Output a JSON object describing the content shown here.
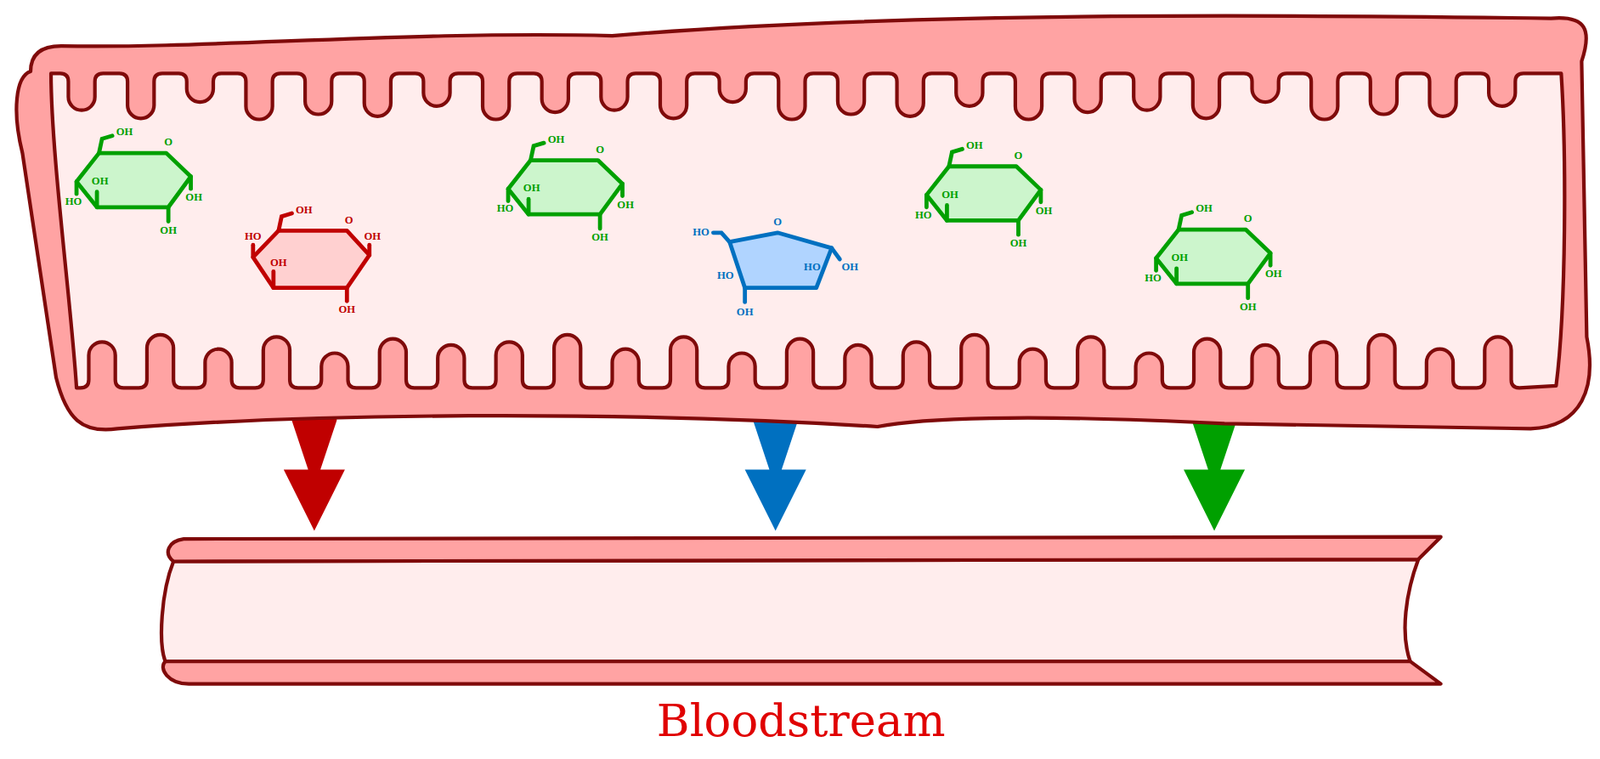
{
  "diagram": {
    "nodes": [
      {
        "text": [
          "OH",
          "O",
          "OH",
          "HO",
          "OH",
          "OH"
        ]
      },
      {
        "text": [
          "OH",
          "O",
          "HO",
          "OH",
          "OH",
          "OH"
        ]
      },
      {
        "text": [
          "OH",
          "O",
          "OH",
          "HO",
          "OH",
          "OH"
        ]
      },
      {
        "text": [
          "HO",
          "O",
          "HO",
          "OH",
          "HO",
          "OH"
        ]
      },
      {
        "text": [
          "OH",
          "O",
          "OH",
          "HO",
          "OH",
          "OH"
        ]
      },
      {
        "text": [
          "OH",
          "O",
          "OH",
          "HO",
          "OH",
          "OH"
        ]
      },
      {
        "text": [
          "Bloodstream"
        ]
      }
    ],
    "edges": [
      {
        "from": 1,
        "to": 6,
        "arrow": "to"
      },
      {
        "from": 3,
        "to": 6,
        "arrow": "to"
      },
      {
        "from": 5,
        "to": 6,
        "arrow": "to"
      }
    ]
  }
}
